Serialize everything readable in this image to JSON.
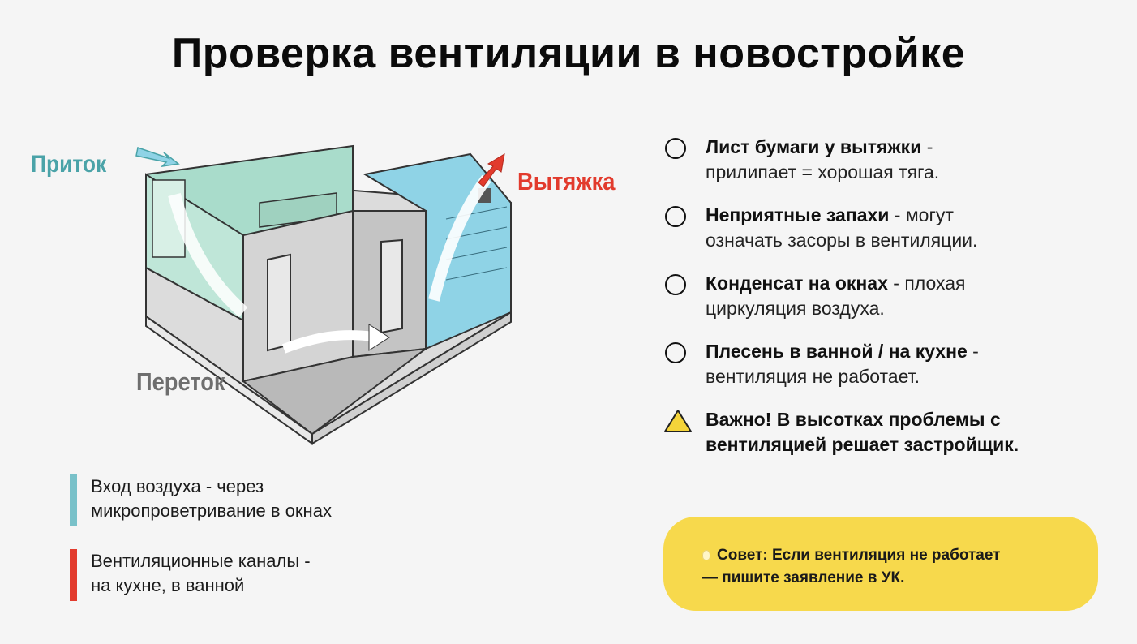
{
  "title": "Проверка вентиляции в новостройке",
  "diagram": {
    "label_in": "Приток",
    "label_out": "Вытяжка",
    "label_flow": "Переток",
    "colors": {
      "in": "#4aa3a8",
      "out": "#e23b2d",
      "flow": "#6e6e6e"
    }
  },
  "notes": [
    {
      "line1": "Вход воздуха - через",
      "line2": "микропроветривание в окнах",
      "color": "#79c1c9"
    },
    {
      "line1": "Вентиляционные каналы -",
      "line2": "на кухне, в ванной",
      "color": "#e23b2d"
    }
  ],
  "checks": [
    {
      "bold": "Лист бумаги у вытяжки",
      "rest1": " -",
      "rest2": "прилипает = хорошая тяга."
    },
    {
      "bold": "Неприятные запахи",
      "rest1": " - могут",
      "rest2": "означать засоры в вентиляции."
    },
    {
      "bold": "Конденсат на окнах",
      "rest1": " - плохая",
      "rest2": "циркуляция воздуха."
    },
    {
      "bold": "Плесень в ванной / на кухне",
      "rest1": " -",
      "rest2": "вентиляция не работает."
    }
  ],
  "warning": {
    "line1": "Важно! В высотках проблемы с",
    "line2": "вентиляцией решает застройщик.",
    "icon": "warning-triangle-icon"
  },
  "tip": {
    "line1": "Совет: Если вентиляция не работает",
    "line2": "— пишите заявление в УК.",
    "icon": "lightbulb-icon",
    "bg": "#f7d94c"
  }
}
